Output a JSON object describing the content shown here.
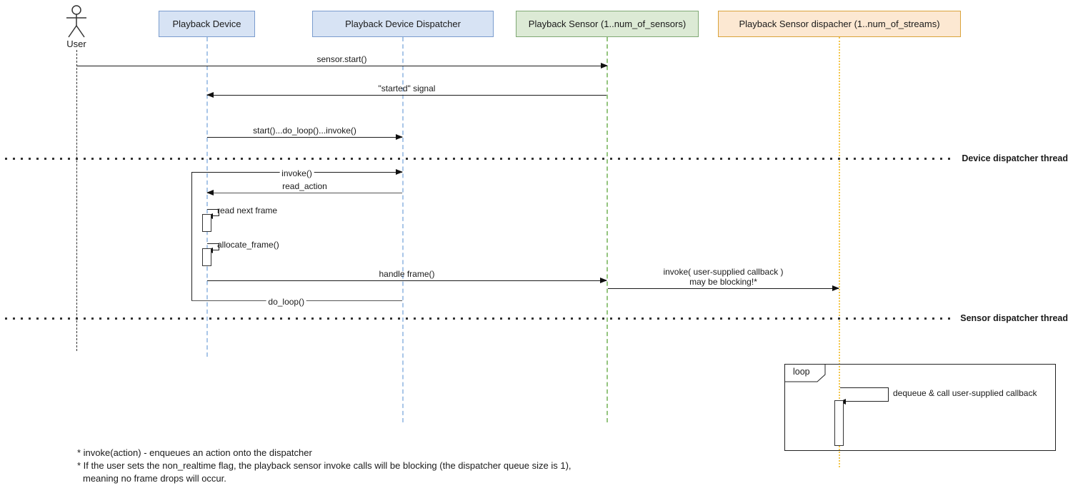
{
  "diagram": {
    "type": "uml-sequence",
    "actor": {
      "name": "User"
    },
    "participants": [
      {
        "label": "Playback Device",
        "color": "#d7e3f4",
        "border": "#7a9cce"
      },
      {
        "label": "Playback Device Dispatcher",
        "color": "#d7e3f4",
        "border": "#7a9cce"
      },
      {
        "label": "Playback Sensor (1..num_of_sensors)",
        "color": "#dcead5",
        "border": "#7fa874"
      },
      {
        "label": "Playback Sensor dispacher (1..num_of_streams)",
        "color": "#fce8d2",
        "border": "#d9a33b"
      }
    ],
    "messages": {
      "sensor_start": "sensor.start()",
      "started_signal": "\"started\" signal",
      "start_do_loop_invoke": "start()...do_loop()...invoke()",
      "invoke_loop": "invoke()",
      "read_action": "read_action",
      "read_next_frame": "read next frame",
      "allocate_frame": "allocate_frame()",
      "handle_frame": "handle frame()",
      "invoke_callback_line1": "invoke( user-supplied callback )",
      "invoke_callback_line2": "may be blocking!*",
      "do_loop": "do_loop()",
      "dequeue_callback": "dequeue & call user-supplied callback"
    },
    "separators": [
      {
        "label": "Device dispatcher thread"
      },
      {
        "label": "Sensor dispatcher thread"
      }
    ],
    "loop_fragment": {
      "label": "loop"
    },
    "footnotes": [
      "* invoke(action) - enqueues an action onto the dispatcher",
      "* If the user sets the non_realtime flag, the playback sensor invoke calls will be blocking (the dispatcher queue size is 1),",
      "meaning no frame drops will occur."
    ]
  }
}
